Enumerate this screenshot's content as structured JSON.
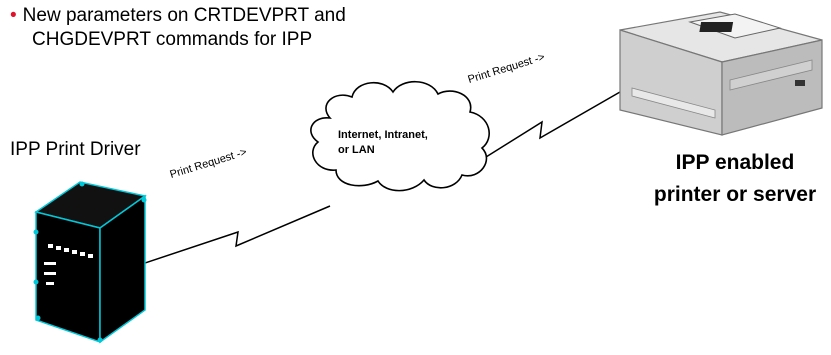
{
  "bullet": {
    "line1": "New parameters on CRTDEVPRT and",
    "line2": "CHGDEVPRT commands for IPP",
    "marker_color": "#e0112b"
  },
  "driver": {
    "label": "IPP Print Driver"
  },
  "network": {
    "label_line1": "Internet, Intranet,",
    "label_line2": "or LAN"
  },
  "printer": {
    "label_line1": "IPP enabled",
    "label_line2": "printer or server"
  },
  "requests": {
    "left": "Print Request  ->",
    "right": "Print Request  ->"
  },
  "colors": {
    "server_outline": "#00c8d8",
    "printer_body": "#d9d9d9"
  }
}
